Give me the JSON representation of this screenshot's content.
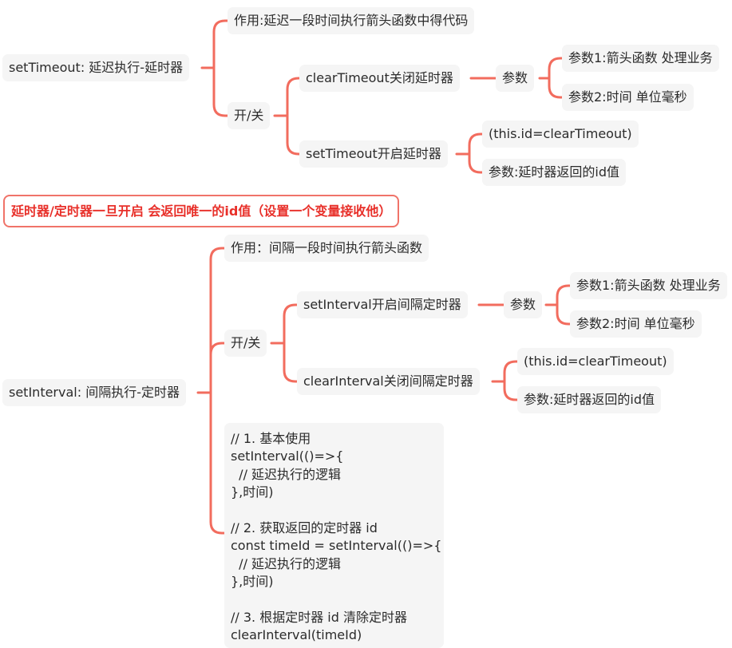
{
  "colors": {
    "connector": "#f26c5e",
    "node_bg": "#f5f5f5",
    "note_text": "#e8302a",
    "note_border": "#f07369"
  },
  "timeout": {
    "root": "setTimeout: 延迟执行-延时器",
    "purpose": "作用:延迟一段时间执行箭头函数中得代码",
    "toggle": "开/关",
    "clear": "clearTimeout关闭延时器",
    "clear_params_label": "参数",
    "clear_param1": "参数1:箭头函数 处理业务",
    "clear_param2": "参数2:时间 单位毫秒",
    "start": "setTimeout开启延时器",
    "start_child1": "(this.id=clearTimeout)",
    "start_child2": "参数:延时器返回的id值"
  },
  "note": "延时器/定时器一旦开启 会返回唯一的id值（设置一个变量接收他）",
  "interval": {
    "root": "setInterval: 间隔执行-定时器",
    "purpose": "作用：间隔一段时间执行箭头函数",
    "toggle": "开/关",
    "start": "setInterval开启间隔定时器",
    "start_params_label": "参数",
    "start_param1": "参数1:箭头函数 处理业务",
    "start_param2": "参数2:时间 单位毫秒",
    "clear": "clearInterval关闭间隔定时器",
    "clear_child1": "(this.id=clearTimeout)",
    "clear_child2": "参数:延时器返回的id值",
    "code": "// 1. 基本使用\nsetInterval(()=>{\n  // 延迟执行的逻辑\n},时间)\n\n// 2. 获取返回的定时器 id\nconst timeId = setInterval(()=>{\n  // 延迟执行的逻辑\n},时间)\n\n// 3. 根据定时器 id 清除定时器\nclearInterval(timeId)"
  }
}
